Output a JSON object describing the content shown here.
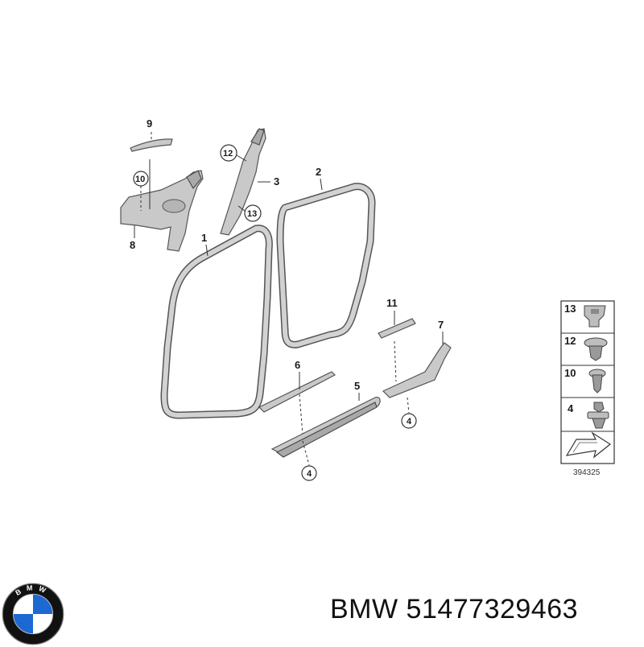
{
  "callouts": {
    "c1": "1",
    "c2": "2",
    "c3": "3",
    "c4a": "4",
    "c4b": "4",
    "c5": "5",
    "c6": "6",
    "c7": "7",
    "c8": "8",
    "c9": "9",
    "c10": "10",
    "c11": "11",
    "c12": "12",
    "c13": "13"
  },
  "legend": {
    "items": [
      "13",
      "12",
      "10",
      "4"
    ],
    "ref_number": "394325"
  },
  "caption": {
    "brand": "BMW",
    "part_number": "51477329463",
    "text": "BMW 51477329463"
  },
  "logo": {
    "letters": "BMW",
    "colors": {
      "blue": "#1c69d4",
      "white": "#ffffff",
      "ring": "#111111"
    }
  }
}
